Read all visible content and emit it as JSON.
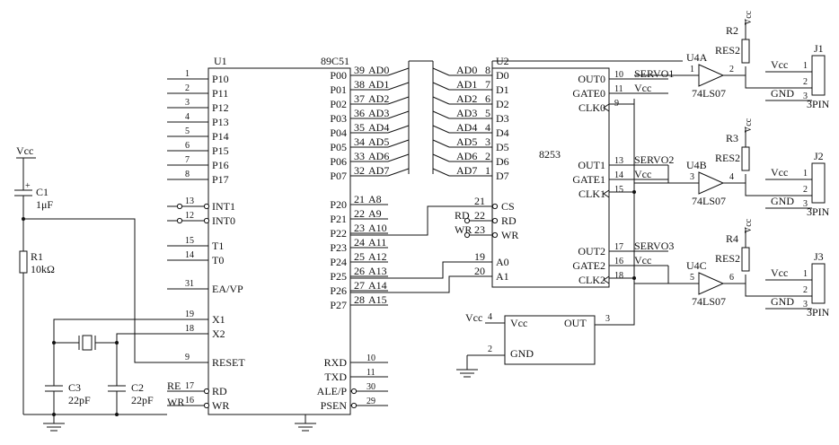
{
  "u1": {
    "ref": "U1",
    "part": "89C51",
    "left_pins": [
      {
        "num": "1",
        "name": "P10"
      },
      {
        "num": "2",
        "name": "P11"
      },
      {
        "num": "3",
        "name": "P12"
      },
      {
        "num": "4",
        "name": "P13"
      },
      {
        "num": "5",
        "name": "P14"
      },
      {
        "num": "6",
        "name": "P15"
      },
      {
        "num": "7",
        "name": "P16"
      },
      {
        "num": "8",
        "name": "P17"
      },
      {
        "num": "13",
        "name": "INT1"
      },
      {
        "num": "12",
        "name": "INT0"
      },
      {
        "num": "15",
        "name": "T1"
      },
      {
        "num": "14",
        "name": "T0"
      },
      {
        "num": "31",
        "name": "EA/VP"
      },
      {
        "num": "19",
        "name": "X1"
      },
      {
        "num": "18",
        "name": "X2"
      },
      {
        "num": "9",
        "name": "RESET"
      },
      {
        "num": "17",
        "name": "RD"
      },
      {
        "num": "16",
        "name": "WR"
      }
    ],
    "right_pins": [
      {
        "name": "P00",
        "num": "39",
        "net": "AD0"
      },
      {
        "name": "P01",
        "num": "38",
        "net": "AD1"
      },
      {
        "name": "P02",
        "num": "37",
        "net": "AD2"
      },
      {
        "name": "P03",
        "num": "36",
        "net": "AD3"
      },
      {
        "name": "P04",
        "num": "35",
        "net": "AD4"
      },
      {
        "name": "P05",
        "num": "34",
        "net": "AD5"
      },
      {
        "name": "P06",
        "num": "33",
        "net": "AD6"
      },
      {
        "name": "P07",
        "num": "32",
        "net": "AD7"
      },
      {
        "name": "P20",
        "num": "21",
        "net": "A8"
      },
      {
        "name": "P21",
        "num": "22",
        "net": "A9"
      },
      {
        "name": "P22",
        "num": "23",
        "net": "A10"
      },
      {
        "name": "P23",
        "num": "24",
        "net": "A11"
      },
      {
        "name": "P24",
        "num": "25",
        "net": "A12"
      },
      {
        "name": "P25",
        "num": "26",
        "net": "A13"
      },
      {
        "name": "P26",
        "num": "27",
        "net": "A14"
      },
      {
        "name": "P27",
        "num": "28",
        "net": "A15"
      },
      {
        "name": "RXD",
        "num": "10"
      },
      {
        "name": "TXD",
        "num": "11"
      },
      {
        "name": "ALE/P",
        "num": "30"
      },
      {
        "name": "PSEN",
        "num": "29"
      }
    ],
    "rd_net": "RE",
    "wr_net": "WR"
  },
  "u2": {
    "ref": "U2",
    "part": "8253",
    "data_pins": [
      {
        "net": "AD0",
        "num": "8",
        "name": "D0"
      },
      {
        "net": "AD1",
        "num": "7",
        "name": "D1"
      },
      {
        "net": "AD2",
        "num": "6",
        "name": "D2"
      },
      {
        "net": "AD3",
        "num": "5",
        "name": "D3"
      },
      {
        "net": "AD4",
        "num": "4",
        "name": "D4"
      },
      {
        "net": "AD5",
        "num": "3",
        "name": "D5"
      },
      {
        "net": "AD6",
        "num": "2",
        "name": "D6"
      },
      {
        "net": "AD7",
        "num": "1",
        "name": "D7"
      }
    ],
    "ctrl_pins": [
      {
        "num": "21",
        "name": "CS"
      },
      {
        "net": "RD",
        "num": "22",
        "name": "RD"
      },
      {
        "net": "WR",
        "num": "23",
        "name": "WR"
      },
      {
        "num": "19",
        "name": "A0"
      },
      {
        "num": "20",
        "name": "A1"
      }
    ],
    "right_pins": [
      {
        "name": "OUT0",
        "num": "10",
        "net": "SERVO1"
      },
      {
        "name": "GATE0",
        "num": "11",
        "net": "Vcc"
      },
      {
        "name": "CLK0",
        "num": "9"
      },
      {
        "name": "OUT1",
        "num": "13",
        "net": "SERVO2"
      },
      {
        "name": "GATE1",
        "num": "14",
        "net": "Vcc"
      },
      {
        "name": "CLK1",
        "num": "15"
      },
      {
        "name": "OUT2",
        "num": "17",
        "net": "SERVO3"
      },
      {
        "name": "GATE2",
        "num": "16",
        "net": "Vcc"
      },
      {
        "name": "CLK2",
        "num": "18"
      }
    ]
  },
  "osc": {
    "vcc_pin": "4",
    "vcc_net": "Vcc",
    "vcc_label": "Vcc",
    "gnd_pin": "2",
    "gnd_label": "GND",
    "out_pin": "3",
    "out_label": "OUT"
  },
  "buffers": [
    {
      "ref": "U4A",
      "part": "74LS07",
      "in_pin": "1",
      "out_pin": "2",
      "res": "R2",
      "res_val": "RES2",
      "vcc": "Vcc",
      "conn": "J1",
      "conn_type": "3PIN",
      "pins": [
        "1",
        "2",
        "3"
      ],
      "vcc_net": "Vcc",
      "gnd_net": "GND"
    },
    {
      "ref": "U4B",
      "part": "74LS07",
      "in_pin": "3",
      "out_pin": "4",
      "res": "R3",
      "res_val": "RES2",
      "vcc": "Vcc",
      "conn": "J2",
      "conn_type": "3PIN",
      "pins": [
        "1",
        "2",
        "3"
      ],
      "vcc_net": "Vcc",
      "gnd_net": "GND"
    },
    {
      "ref": "U4C",
      "part": "74LS07",
      "in_pin": "5",
      "out_pin": "6",
      "res": "R4",
      "res_val": "RES2",
      "vcc": "Vcc",
      "conn": "J3",
      "conn_type": "3PIN",
      "pins": [
        "1",
        "2",
        "3"
      ],
      "vcc_net": "Vcc",
      "gnd_net": "GND"
    }
  ],
  "reset_circuit": {
    "vcc": "Vcc",
    "c1": "C1",
    "c1_val": "1μF",
    "c1_plus": "+",
    "r1": "R1",
    "r1_val": "10kΩ",
    "reset_net": "RESET",
    "reset_pin": "9"
  },
  "crystal": {
    "c3": "C3",
    "c3_val": "22pF",
    "c2": "C2",
    "c2_val": "22pF"
  }
}
